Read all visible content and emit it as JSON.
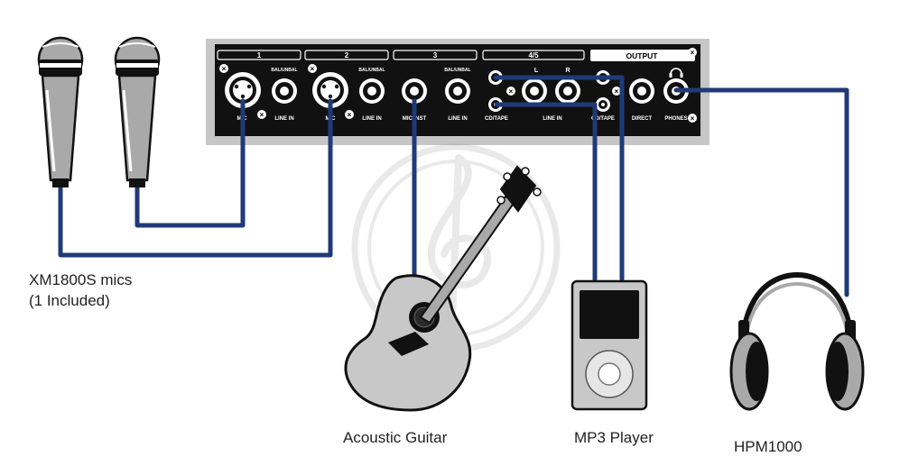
{
  "panel": {
    "channels": [
      {
        "number": "1",
        "jacks": [
          "MIC",
          "LINE IN"
        ],
        "trs_label": "BAL/UNBAL"
      },
      {
        "number": "2",
        "jacks": [
          "MIC",
          "LINE IN"
        ],
        "trs_label": "BAL/UNBAL"
      },
      {
        "number": "3",
        "jacks": [
          "MIC/INST",
          "LINE IN"
        ],
        "trs_label": "BAL/UNBAL"
      },
      {
        "number": "4/5",
        "jacks": [
          "CD/TAPE",
          "LINE IN"
        ],
        "stereo": [
          "L",
          "R"
        ]
      }
    ],
    "output": {
      "title": "OUTPUT",
      "jacks": [
        "CD/TAPE",
        "DIRECT",
        "PHONES"
      ]
    }
  },
  "devices": {
    "mics_label": "XM1800S mics\n(1 Included)",
    "guitar_label": "Acoustic Guitar",
    "mp3_label": "MP3 Player",
    "headphones_label": "HPM1000"
  },
  "colors": {
    "cable": "#1f3a78",
    "panel_bg": "#c6c6c6",
    "panel_face": "#111111",
    "device_gray": "#a9a9a9"
  }
}
